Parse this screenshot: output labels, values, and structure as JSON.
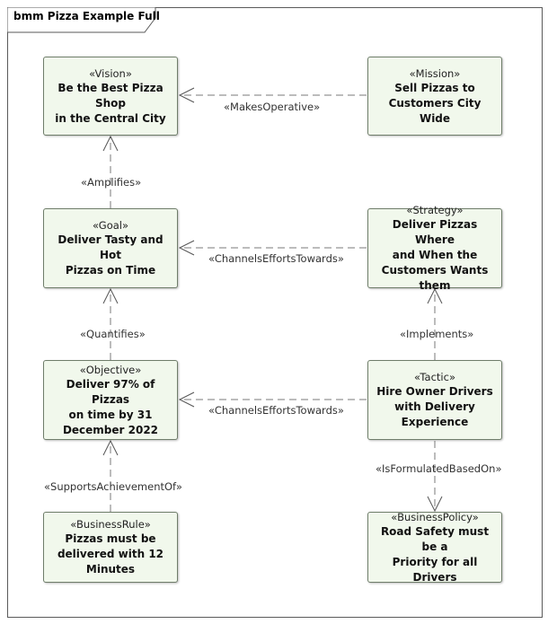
{
  "diagram": {
    "title": "bmm Pizza Example Full",
    "nodes": {
      "vision": {
        "stereotype": "«Vision»",
        "name": "Be the Best Pizza Shop\nin the Central City"
      },
      "mission": {
        "stereotype": "«Mission»",
        "name": "Sell Pizzas to\nCustomers City Wide"
      },
      "goal": {
        "stereotype": "«Goal»",
        "name": "Deliver Tasty and Hot\nPizzas on Time"
      },
      "strategy": {
        "stereotype": "«Strategy»",
        "name": "Deliver Pizzas Where\nand When the\nCustomers Wants them"
      },
      "objective": {
        "stereotype": "«Objective»",
        "name": "Deliver 97% of Pizzas\non time by 31\nDecember 2022"
      },
      "tactic": {
        "stereotype": "«Tactic»",
        "name": "Hire Owner Drivers\nwith Delivery\nExperience"
      },
      "business_rule": {
        "stereotype": "«BusinessRule»",
        "name": "Pizzas must be\ndelivered with 12\nMinutes"
      },
      "business_policy": {
        "stereotype": "«BusinessPolicy»",
        "name": "Road Safety must be a\nPriority for all Drivers"
      }
    },
    "edges": {
      "makes_operative": "«MakesOperative»",
      "amplifies": "«Amplifies»",
      "channels_efforts_1": "«ChannelsEffortsTowards»",
      "quantifies": "«Quantifies»",
      "implements": "«Implements»",
      "channels_efforts_2": "«ChannelsEffortsTowards»",
      "supports_achievement": "«SupportsAchievementOf»",
      "is_formulated": "«IsFormulatedBasedOn»"
    }
  }
}
